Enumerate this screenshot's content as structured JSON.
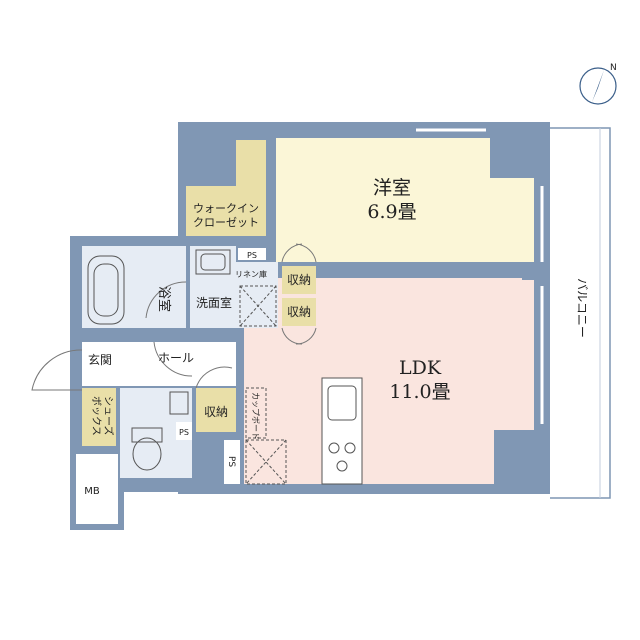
{
  "rooms": {
    "western_room": {
      "name": "洋室",
      "size": "6.9畳"
    },
    "ldk": {
      "name": "LDK",
      "size": "11.0畳"
    },
    "walk_in_closet": {
      "line1": "ウォークイン",
      "line2": "クローゼット"
    },
    "bath": "浴室",
    "washroom": "洗面室",
    "linen": "リネン庫",
    "storage_1": "収納",
    "storage_2": "収納",
    "storage_3": "収納",
    "entrance": "玄関",
    "hall": "ホール",
    "shoe_box": {
      "line1": "シューズ",
      "line2": "ボックス"
    },
    "cupboard": "カップボード",
    "balcony": "バルコニー"
  },
  "labels": {
    "ps_top": "PS",
    "ps_toilet": "PS",
    "ps_kitchen": "PS",
    "mb": "MB",
    "compass_letter": "N"
  },
  "colors": {
    "wall": "#8097b4",
    "western_room": "#fbf6d7",
    "ldk": "#fae5df",
    "storage": "#e9dfa8",
    "wet_area": "#e6ecf4",
    "white": "#ffffff",
    "compass": "#3b5f8a"
  }
}
